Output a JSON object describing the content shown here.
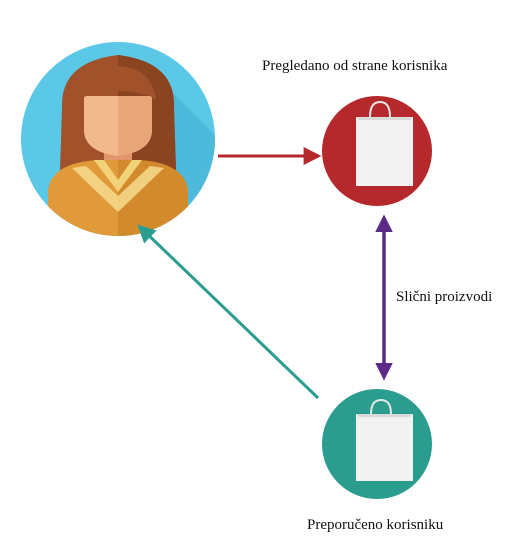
{
  "labels": {
    "viewed": "Pregledano od strane korisnika",
    "similar": "Slični proizvodi",
    "recommended": "Preporučeno korisniku"
  },
  "colors": {
    "avatar_bg": "#5cc8e8",
    "viewed_circle": "#b5282b",
    "recommended_circle": "#2a9d8f",
    "arrow_to_viewed": "#b5282b",
    "arrow_similar": "#5b2a86",
    "arrow_to_user": "#2a9d8f"
  },
  "icons": {
    "user": "user-avatar-icon",
    "viewed_product": "shopping-bag-icon",
    "recommended_product": "shopping-bag-icon"
  }
}
